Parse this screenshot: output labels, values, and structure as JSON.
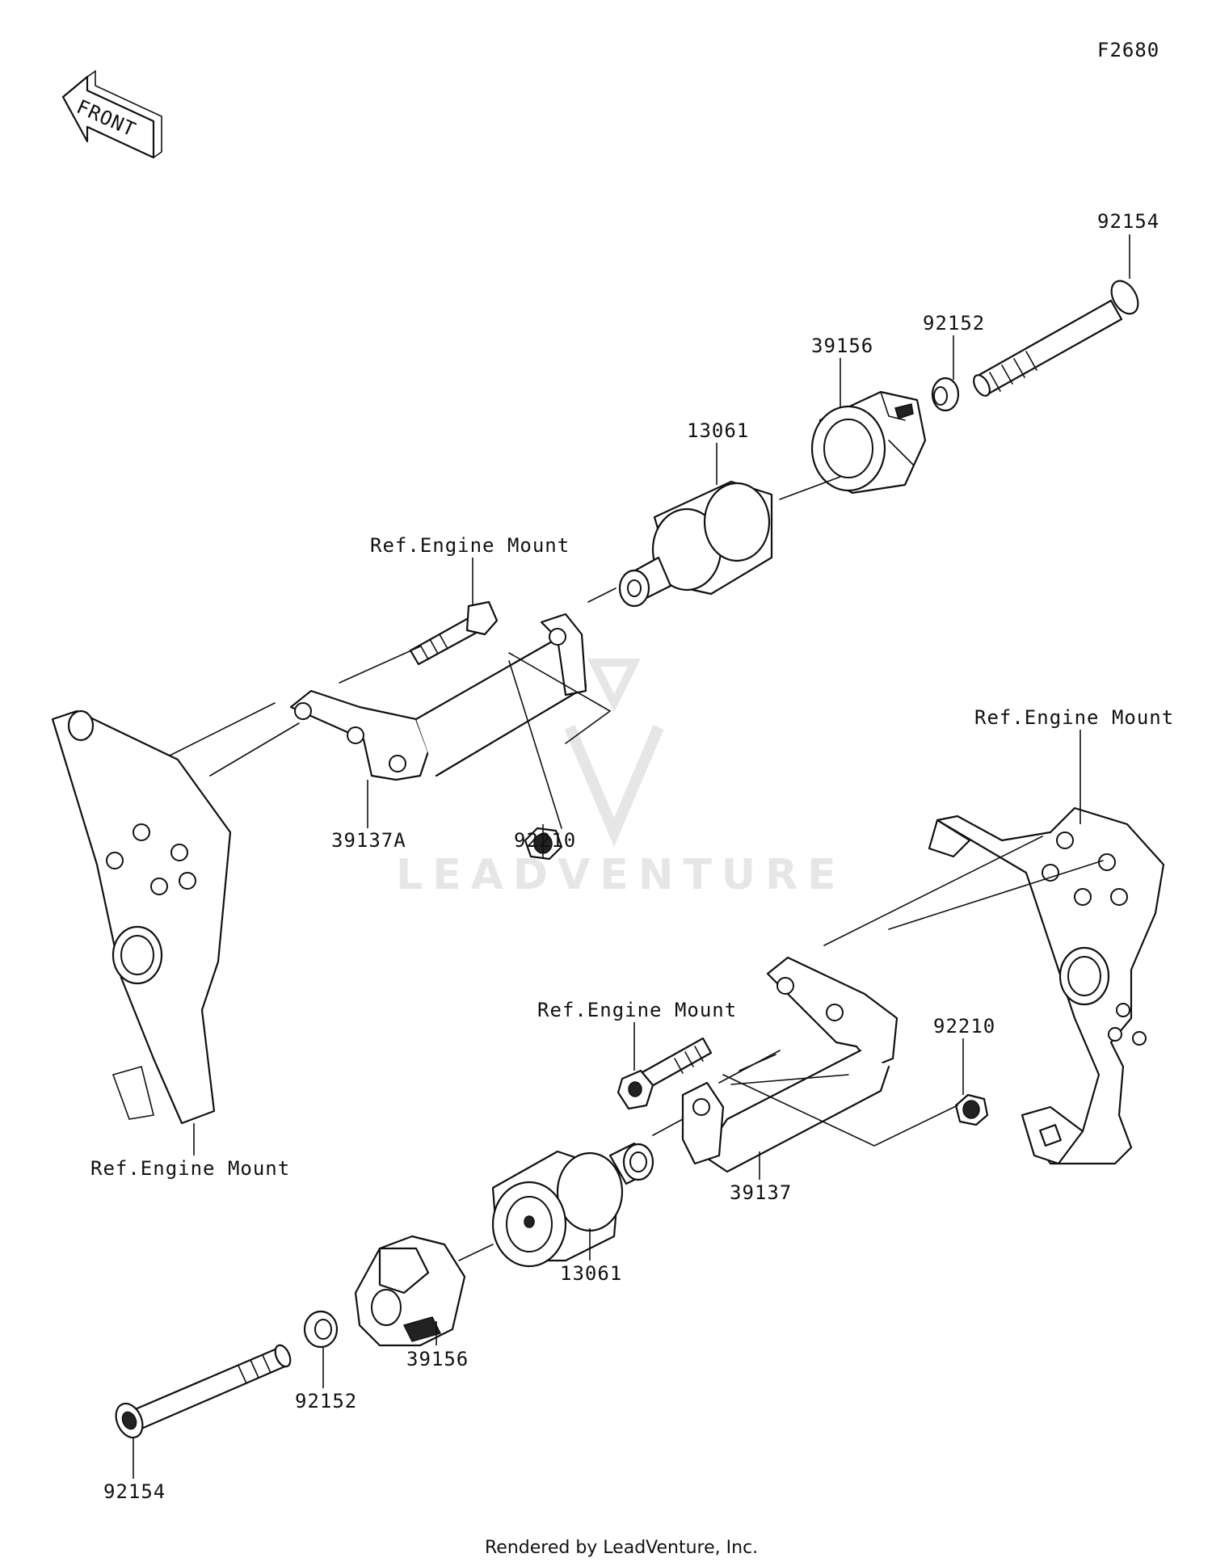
{
  "figure_code": "F2680",
  "front_arrow_text": "FRONT",
  "watermark": "LEADVENTURE",
  "footer": "Rendered by LeadVenture, Inc.",
  "labels": {
    "bolt_top": "92154",
    "washer_top": "92152",
    "slider_top": "39156",
    "spacer_top": "13061",
    "ref_engine_mount_upper": "Ref.Engine Mount",
    "bracket_left": "39137A",
    "nut_left": "92210",
    "ref_engine_mount_right": "Ref.Engine Mount",
    "ref_engine_mount_middle": "Ref.Engine Mount",
    "nut_right": "92210",
    "ref_engine_mount_lower_left": "Ref.Engine Mount",
    "bracket_right": "39137",
    "spacer_bottom": "13061",
    "slider_bottom": "39156",
    "washer_bottom": "92152",
    "bolt_bottom": "92154"
  }
}
